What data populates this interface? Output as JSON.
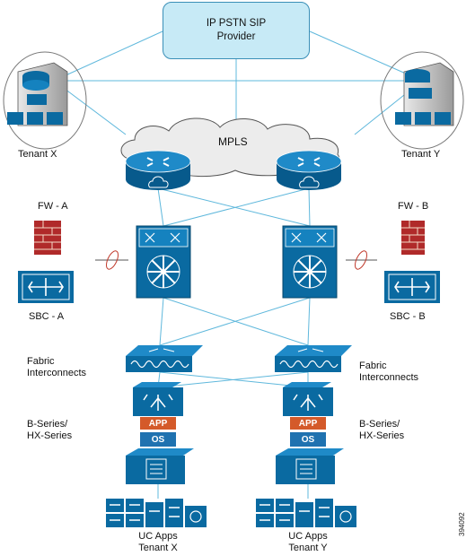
{
  "provider": {
    "line1": "IP PSTN SIP",
    "line2": "Provider"
  },
  "cloud_label": "MPLS",
  "tenants": {
    "left": "Tenant X",
    "right": "Tenant Y"
  },
  "firewalls": {
    "left": "FW - A",
    "right": "FW - B"
  },
  "sbcs": {
    "left": "SBC - A",
    "right": "SBC - B"
  },
  "fabric_interconnects": {
    "line1": "Fabric",
    "line2": "Interconnects"
  },
  "servers": {
    "line1": "B-Series/",
    "line2": "HX-Series"
  },
  "apps": {
    "app": "APP",
    "os": "OS"
  },
  "uc_apps": {
    "left": {
      "line1": "UC Apps",
      "line2": "Tenant X"
    },
    "right": {
      "line1": "UC Apps",
      "line2": "Tenant Y"
    }
  },
  "figure_code": "394092",
  "colors": {
    "device_blue": "#0a6aa1",
    "line_blue": "#5fb8dc",
    "provider_fill": "#c7eaf6",
    "panel_fill": "#fdf0d8",
    "link_red": "#c0392b"
  }
}
